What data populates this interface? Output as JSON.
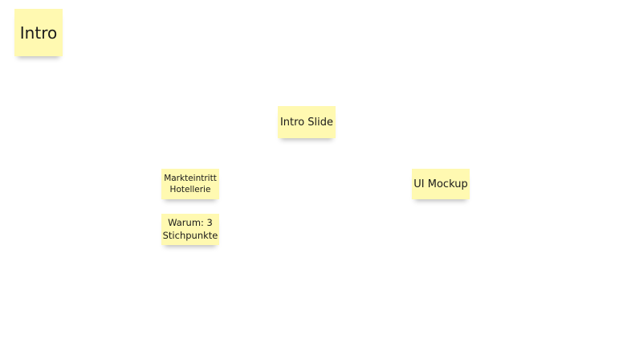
{
  "board": {
    "sticky_color": "#fff9b1",
    "notes": [
      {
        "id": "intro",
        "text": "Intro"
      },
      {
        "id": "intro-slide",
        "text": "Intro Slide"
      },
      {
        "id": "markteintritt",
        "text": "Markteintritt\nHotellerie"
      },
      {
        "id": "warum",
        "text": "Warum: 3\nStichpunkte"
      },
      {
        "id": "ui-mockup",
        "text": "UI Mockup"
      }
    ]
  }
}
